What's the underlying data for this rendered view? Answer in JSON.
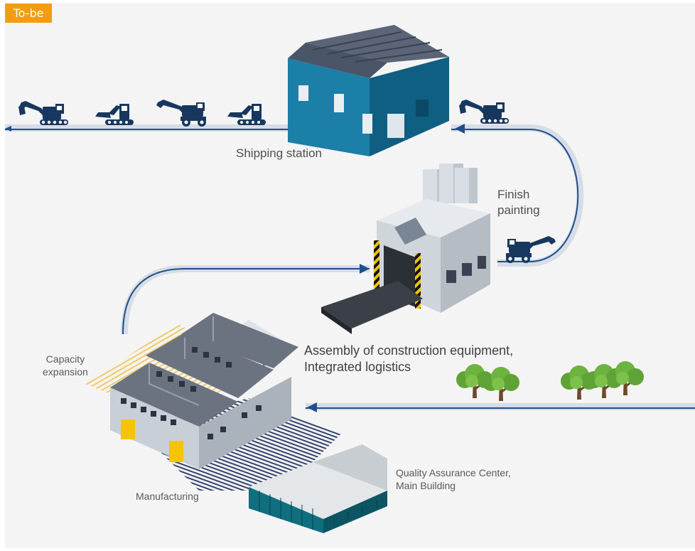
{
  "badge": "To-be",
  "labels": {
    "shipping": "Shipping station",
    "finish_line1": "Finish",
    "finish_line2": "painting",
    "assembly_line1": "Assembly of construction equipment,",
    "assembly_line2": "Integrated logistics",
    "capacity_line1": "Capacity",
    "capacity_line2": "expansion",
    "manufacturing": "Manufacturing",
    "qa_line1": "Quality Assurance Center,",
    "qa_line2": "Main Building"
  },
  "colors": {
    "accent_badge": "#f39c12",
    "flow_line": "#1f4e8c",
    "flow_band": "#d6dde6",
    "equipment": "#17375e",
    "hazard_stripe": "#f5c400",
    "capacity_hatch": "#f2c14e",
    "tree_foliage": "#6db33f",
    "warehouse_wall": "#1b7fa8"
  },
  "icons": [
    "excavator-icon",
    "mini-excavator-icon",
    "wheel-excavator-icon",
    "arrow-left-icon",
    "tree-icon"
  ]
}
